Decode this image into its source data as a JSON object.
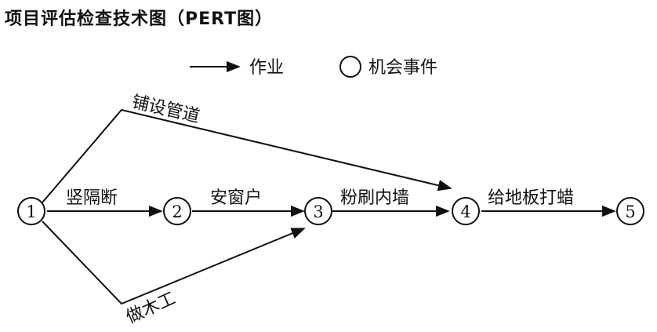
{
  "title": "项目评估检查技术图（PERT图）",
  "legend": {
    "activity_label": "作业",
    "event_label": "机会事件"
  },
  "nodes": [
    {
      "id": "1",
      "label": "1"
    },
    {
      "id": "2",
      "label": "2"
    },
    {
      "id": "3",
      "label": "3"
    },
    {
      "id": "4",
      "label": "4"
    },
    {
      "id": "5",
      "label": "5"
    }
  ],
  "edges": [
    {
      "from": "1",
      "to": "4",
      "label": "铺设管道"
    },
    {
      "from": "1",
      "to": "2",
      "label": "竖隔断"
    },
    {
      "from": "2",
      "to": "3",
      "label": "安窗户"
    },
    {
      "from": "1",
      "to": "3",
      "label": "做木工"
    },
    {
      "from": "3",
      "to": "4",
      "label": "粉刷内墙"
    },
    {
      "from": "4",
      "to": "5",
      "label": "给地板打蜡"
    }
  ]
}
